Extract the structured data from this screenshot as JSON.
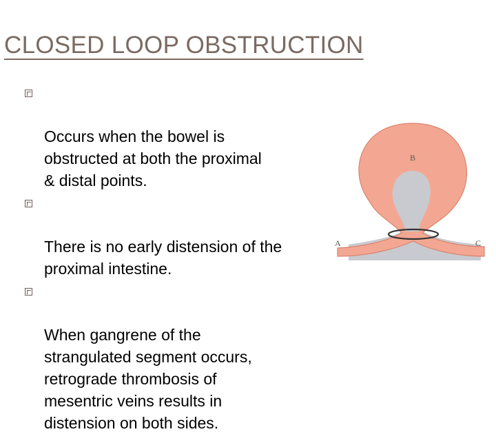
{
  "slide": {
    "title": "CLOSED LOOP OBSTRUCTION",
    "bullets": [
      "Occurs when the bowel is\nobstructed at both the proximal\n& distal points.",
      "There is no early distension of the\nproximal intestine.",
      "When gangrene of the\nstrangulated segment occurs,\nretrograde thrombosis of\nmesentric veins results in\ndistension on both sides."
    ]
  },
  "diagram": {
    "labels": {
      "a": "A",
      "b": "B",
      "c": "C"
    },
    "colors": {
      "loop_fill": "#f3a792",
      "loop_stroke": "#d9836e",
      "mesentery_fill": "#c9cacf",
      "band": "#333333"
    }
  }
}
